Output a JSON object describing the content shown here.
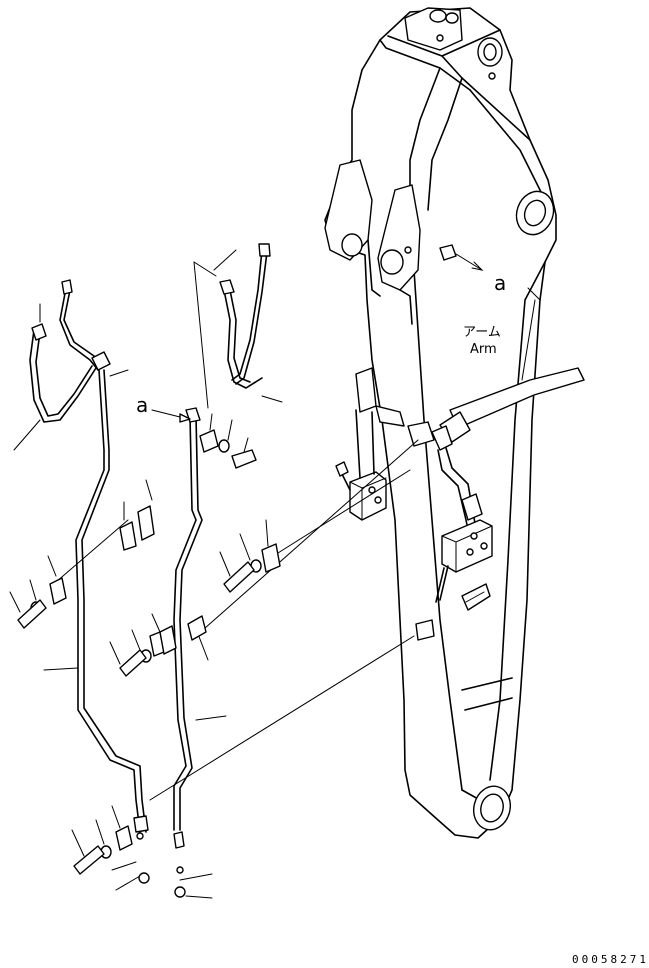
{
  "labels": {
    "view_a_top": "a",
    "view_a_left": "a",
    "arm_jp": "アーム",
    "arm_en": "Arm",
    "drawing_number": "00058271"
  }
}
